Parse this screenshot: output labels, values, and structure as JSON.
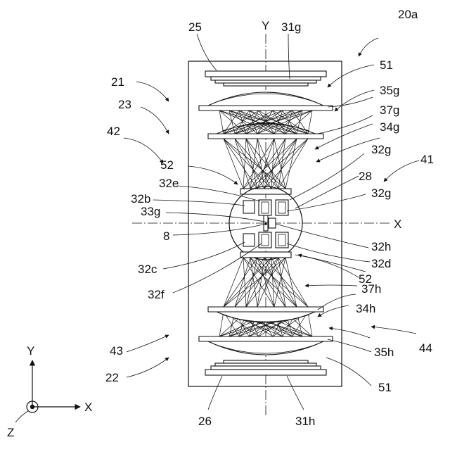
{
  "figure_label": "20a",
  "axis_labels": {
    "y": "Y",
    "x": "X"
  },
  "coord_system": {
    "y": "Y",
    "x": "X",
    "z": "Z"
  },
  "refs": {
    "r25": "25",
    "r31g": "31g",
    "r51_top": "51",
    "r21": "21",
    "r35g": "35g",
    "r23": "23",
    "r37g": "37g",
    "r34g": "34g",
    "r42": "42",
    "r32g_a": "32g",
    "r41": "41",
    "r52_top": "52",
    "r28": "28",
    "r32e": "32e",
    "r32g_b": "32g",
    "r32b": "32b",
    "r33g": "33g",
    "r8": "8",
    "r32h": "32h",
    "r32c": "32c",
    "r32d": "32d",
    "r52_bot": "52",
    "r32f": "32f",
    "r37h": "37h",
    "r34h": "34h",
    "r44": "44",
    "r43": "43",
    "r35h": "35h",
    "r22": "22",
    "r51_bot": "51",
    "r26": "26",
    "r31h": "31h"
  }
}
